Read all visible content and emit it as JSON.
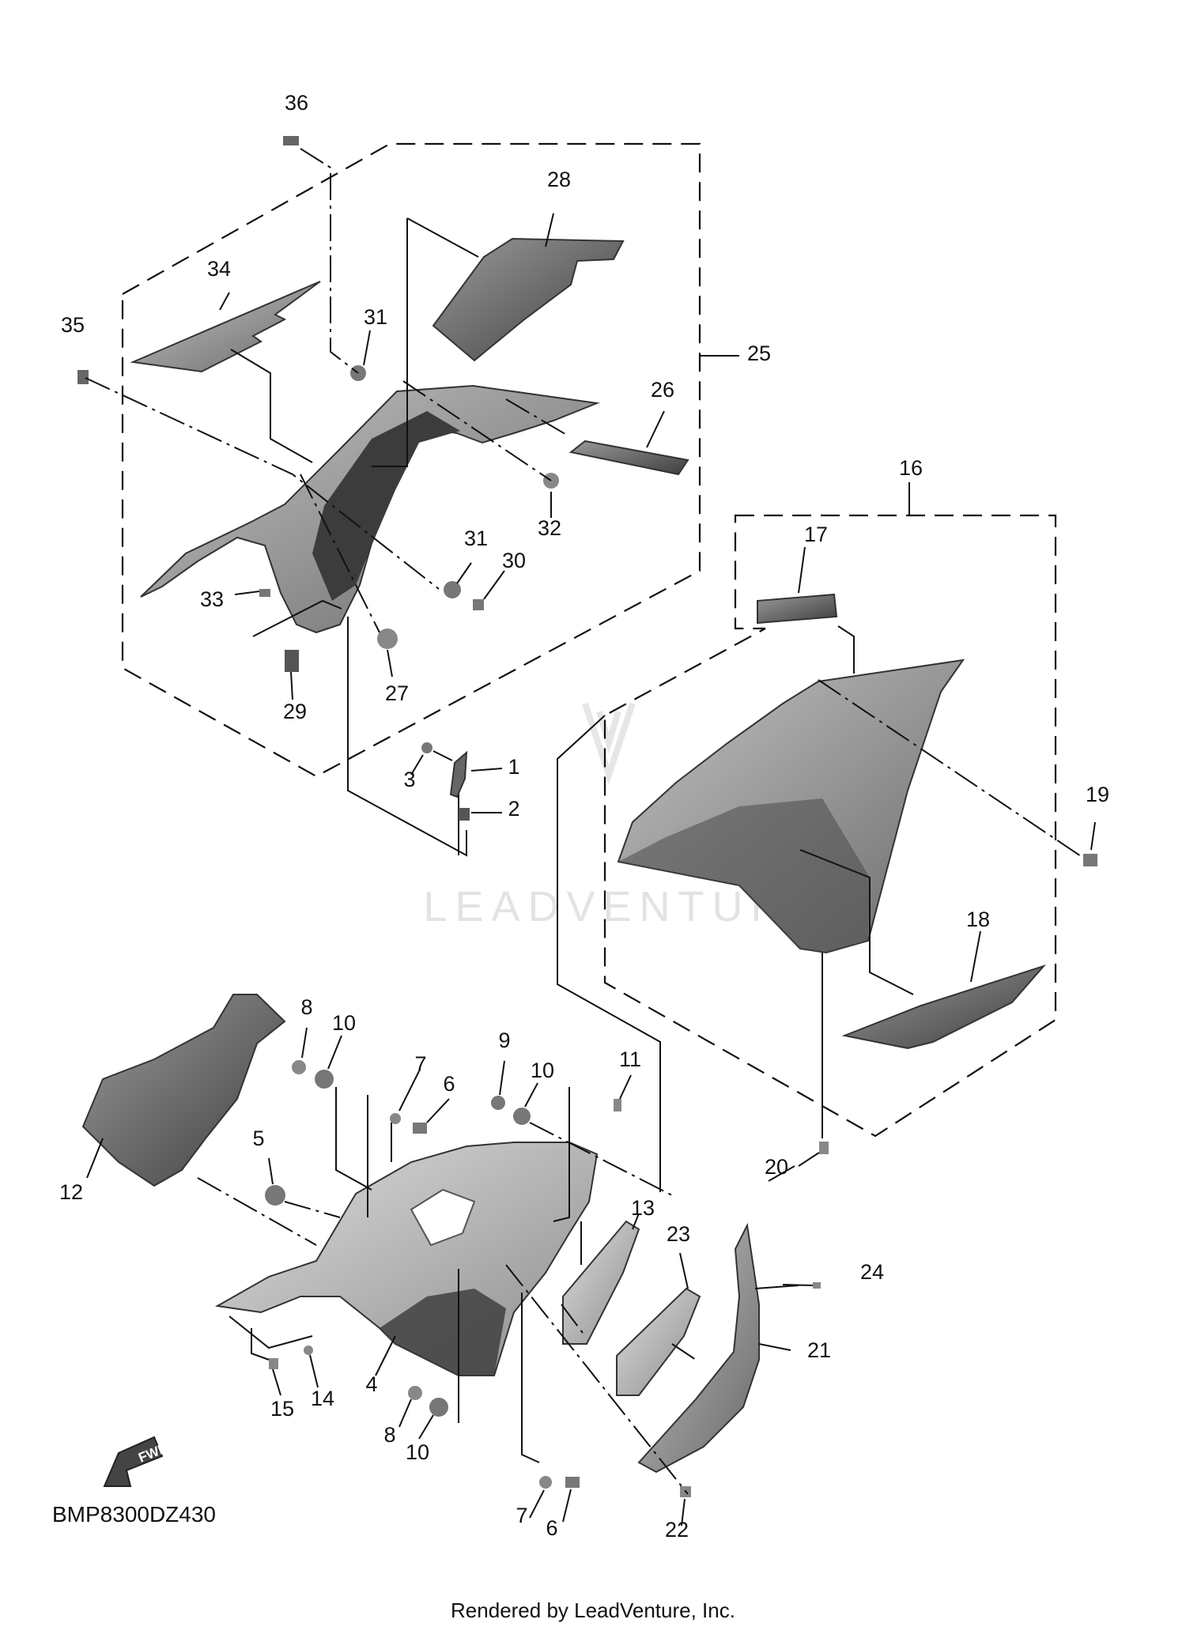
{
  "diagram_code": "BMP8300DZ430",
  "fwd_label": "FWD",
  "watermark": "LEADVENTURE",
  "footer": "Rendered by LeadVenture, Inc.",
  "colors": {
    "ink": "#111111",
    "part_dark": "#555555",
    "part_mid": "#8a8a8a",
    "part_light": "#bdbdbd"
  },
  "callouts": [
    {
      "id": "c36",
      "label": "36"
    },
    {
      "id": "c28",
      "label": "28"
    },
    {
      "id": "c34",
      "label": "34"
    },
    {
      "id": "c35",
      "label": "35"
    },
    {
      "id": "c31a",
      "label": "31"
    },
    {
      "id": "c25",
      "label": "25"
    },
    {
      "id": "c26",
      "label": "26"
    },
    {
      "id": "c32",
      "label": "32"
    },
    {
      "id": "c31b",
      "label": "31"
    },
    {
      "id": "c30",
      "label": "30"
    },
    {
      "id": "c33",
      "label": "33"
    },
    {
      "id": "c27",
      "label": "27"
    },
    {
      "id": "c29",
      "label": "29"
    },
    {
      "id": "c16",
      "label": "16"
    },
    {
      "id": "c17",
      "label": "17"
    },
    {
      "id": "c1",
      "label": "1"
    },
    {
      "id": "c3",
      "label": "3"
    },
    {
      "id": "c2",
      "label": "2"
    },
    {
      "id": "c19",
      "label": "19"
    },
    {
      "id": "c18",
      "label": "18"
    },
    {
      "id": "c8a",
      "label": "8"
    },
    {
      "id": "c10a",
      "label": "10"
    },
    {
      "id": "c7a",
      "label": "7"
    },
    {
      "id": "c6a",
      "label": "6"
    },
    {
      "id": "c9",
      "label": "9"
    },
    {
      "id": "c10b",
      "label": "10"
    },
    {
      "id": "c11",
      "label": "11"
    },
    {
      "id": "c5",
      "label": "5"
    },
    {
      "id": "c12",
      "label": "12"
    },
    {
      "id": "c20",
      "label": "20"
    },
    {
      "id": "c13",
      "label": "13"
    },
    {
      "id": "c23",
      "label": "23"
    },
    {
      "id": "c24",
      "label": "24"
    },
    {
      "id": "c21",
      "label": "21"
    },
    {
      "id": "c15",
      "label": "15"
    },
    {
      "id": "c14",
      "label": "14"
    },
    {
      "id": "c4",
      "label": "4"
    },
    {
      "id": "c8b",
      "label": "8"
    },
    {
      "id": "c10c",
      "label": "10"
    },
    {
      "id": "c7b",
      "label": "7"
    },
    {
      "id": "c6b",
      "label": "6"
    },
    {
      "id": "c22",
      "label": "22"
    }
  ]
}
